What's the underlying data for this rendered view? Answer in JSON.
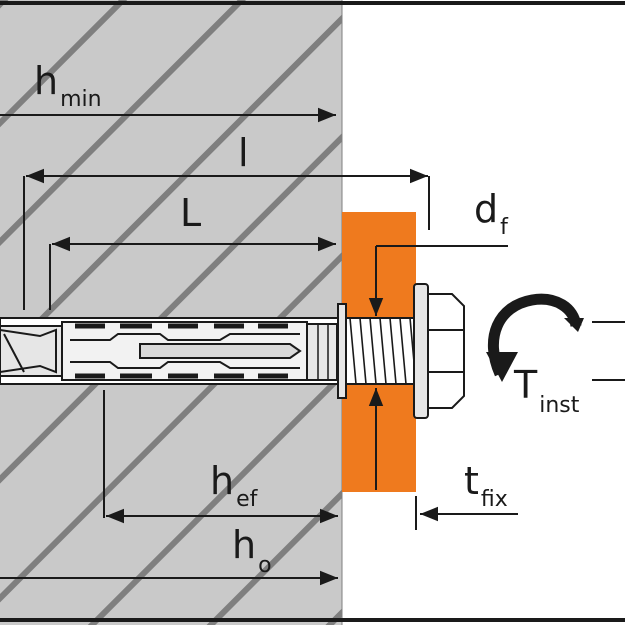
{
  "colors": {
    "concrete": "#c9c9c9",
    "hatch": "#7f7f7f",
    "fixture": "#ef7a1e",
    "line": "#1a1a1a",
    "metal": "#e6e6e6",
    "background": "#ffffff"
  },
  "labels": {
    "h_min": {
      "main": "h",
      "sub": "min"
    },
    "l": {
      "main": "l"
    },
    "L": {
      "main": "L"
    },
    "d_f": {
      "main": "d",
      "sub": "f"
    },
    "T_inst": {
      "main": "T",
      "sub": "inst"
    },
    "h_ef": {
      "main": "h",
      "sub": "ef"
    },
    "h_o": {
      "main": "h",
      "sub": "o"
    },
    "t_fix": {
      "main": "t",
      "sub": "fix"
    }
  },
  "icons": {
    "torque": "curved-torque-arrow-icon",
    "bolt_head": "hex-bolt-head-icon"
  }
}
